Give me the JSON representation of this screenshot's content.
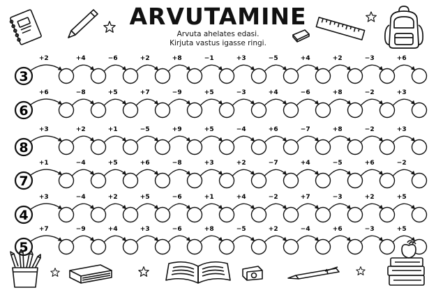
{
  "title": "ARVUTAMINE",
  "instructions": [
    "Arvuta ahelates edasi.",
    "Kirjuta vastus igasse ringi."
  ],
  "rows": [
    {
      "start": "3",
      "ops": [
        "+2",
        "+4",
        "−6",
        "+2",
        "+8",
        "−1",
        "+3",
        "−5",
        "+4",
        "+2",
        "−3",
        "+6"
      ]
    },
    {
      "start": "6",
      "ops": [
        "+6",
        "−8",
        "+5",
        "+7",
        "−9",
        "+5",
        "−3",
        "+4",
        "−6",
        "+8",
        "−2",
        "+3"
      ]
    },
    {
      "start": "8",
      "ops": [
        "+3",
        "+2",
        "+1",
        "−5",
        "+9",
        "+5",
        "−4",
        "+6",
        "−7",
        "+8",
        "−2",
        "+3"
      ]
    },
    {
      "start": "7",
      "ops": [
        "+1",
        "−4",
        "+5",
        "+6",
        "−8",
        "+3",
        "+2",
        "−7",
        "+4",
        "−5",
        "+6",
        "−2"
      ]
    },
    {
      "start": "4",
      "ops": [
        "+3",
        "−4",
        "+2",
        "+5",
        "−6",
        "+1",
        "+4",
        "−2",
        "+7",
        "−3",
        "+2",
        "+5"
      ]
    },
    {
      "start": "5",
      "ops": [
        "+7",
        "−9",
        "+4",
        "+3",
        "−6",
        "+8",
        "−5",
        "+2",
        "−4",
        "+6",
        "−3",
        "+5"
      ]
    }
  ],
  "decorations": [
    "notebook-icon",
    "pencil-icon",
    "star-icon",
    "eraser-icon",
    "ruler-icon",
    "backpack-icon",
    "pencil-cup-icon",
    "book-icon",
    "open-book-icon",
    "sharpener-icon",
    "pen-icon",
    "book-stack-apple-icon"
  ]
}
